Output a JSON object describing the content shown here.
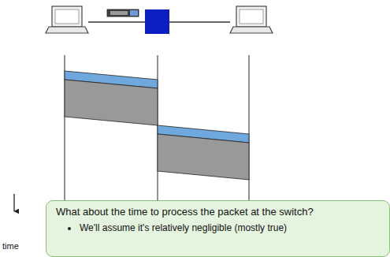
{
  "diagram": {
    "nodes": [
      {
        "text": [
          "What about the time to process the packet at the switch?",
          "We'll assume it's relatively negligible (mostly true)"
        ]
      }
    ],
    "labels": [
      "time"
    ]
  }
}
